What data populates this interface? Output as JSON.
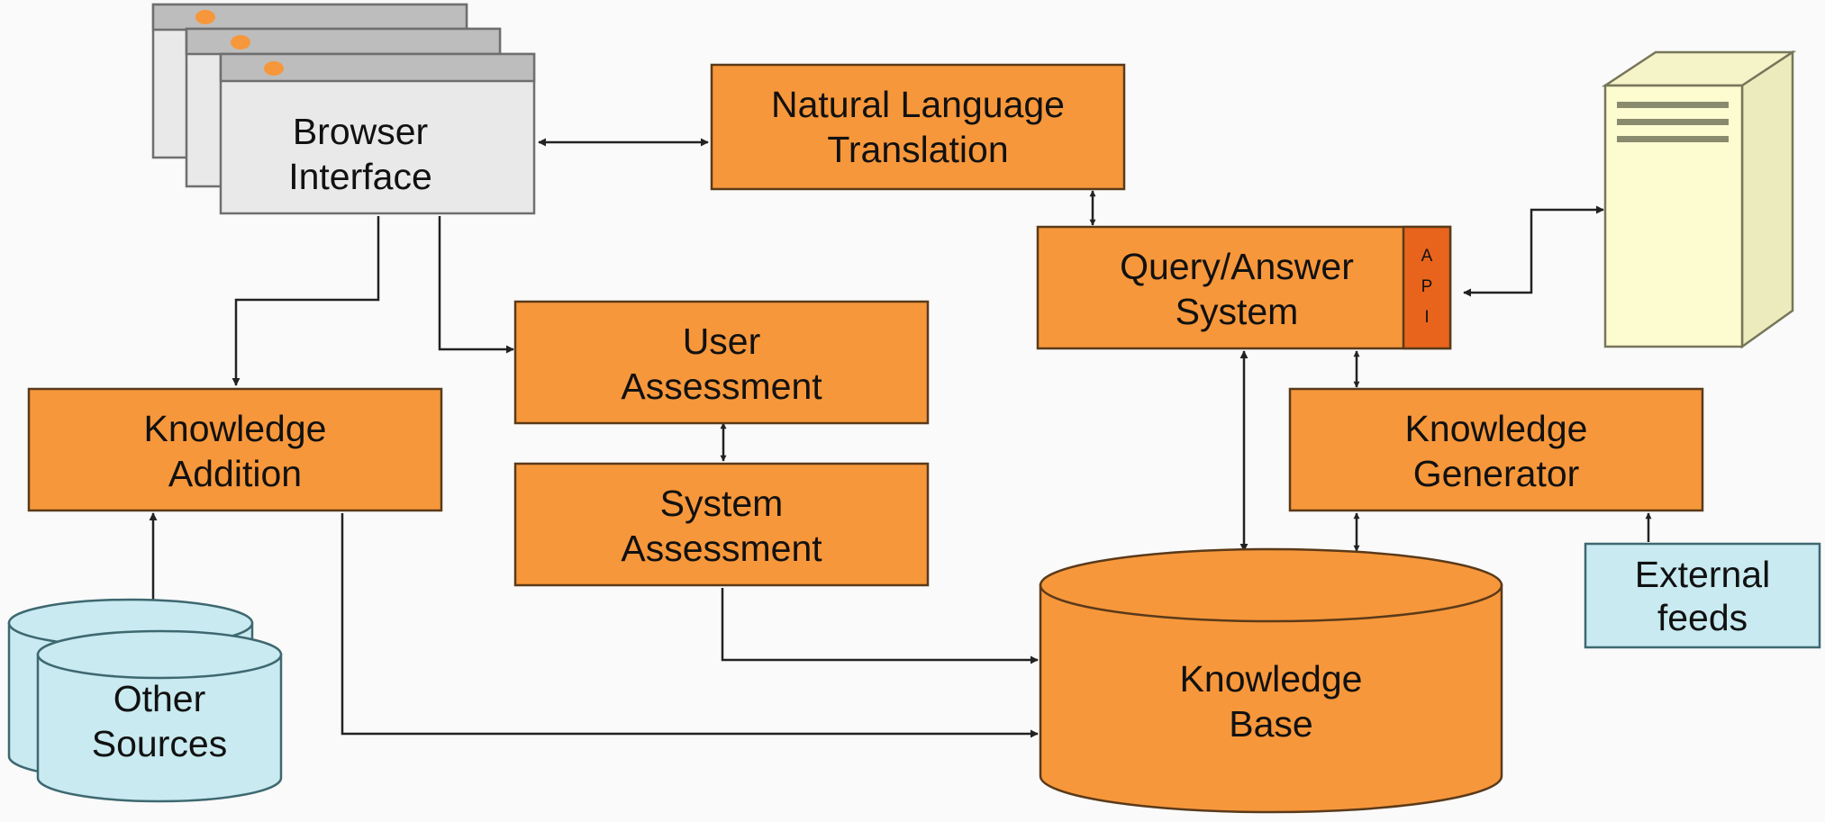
{
  "nodes": {
    "browser_interface": {
      "line1": "Browser",
      "line2": "Interface"
    },
    "natural_language_translation": {
      "line1": "Natural Language",
      "line2": "Translation"
    },
    "query_answer_system": {
      "line1": "Query/Answer",
      "line2": "System"
    },
    "api": {
      "letters": [
        "A",
        "P",
        "I"
      ]
    },
    "user_assessment": {
      "line1": "User",
      "line2": "Assessment"
    },
    "system_assessment": {
      "line1": "System",
      "line2": "Assessment"
    },
    "knowledge_addition": {
      "line1": "Knowledge",
      "line2": "Addition"
    },
    "knowledge_generator": {
      "line1": "Knowledge",
      "line2": "Generator"
    },
    "knowledge_base": {
      "line1": "Knowledge",
      "line2": "Base"
    },
    "other_sources": {
      "line1": "Other",
      "line2": "Sources"
    },
    "external_feeds": {
      "line1": "External",
      "line2": "feeds"
    }
  },
  "colors": {
    "component": "#f7973b",
    "api_strip": "#e8641c",
    "browser_window": "#e9e9e9",
    "data_source": "#c8eaf0",
    "server": "#fdfbd0",
    "connector": "#222222"
  },
  "icons": {
    "browser": "stacked-browser-windows-icon",
    "server": "server-tower-icon",
    "database": "database-cylinder-icon"
  }
}
